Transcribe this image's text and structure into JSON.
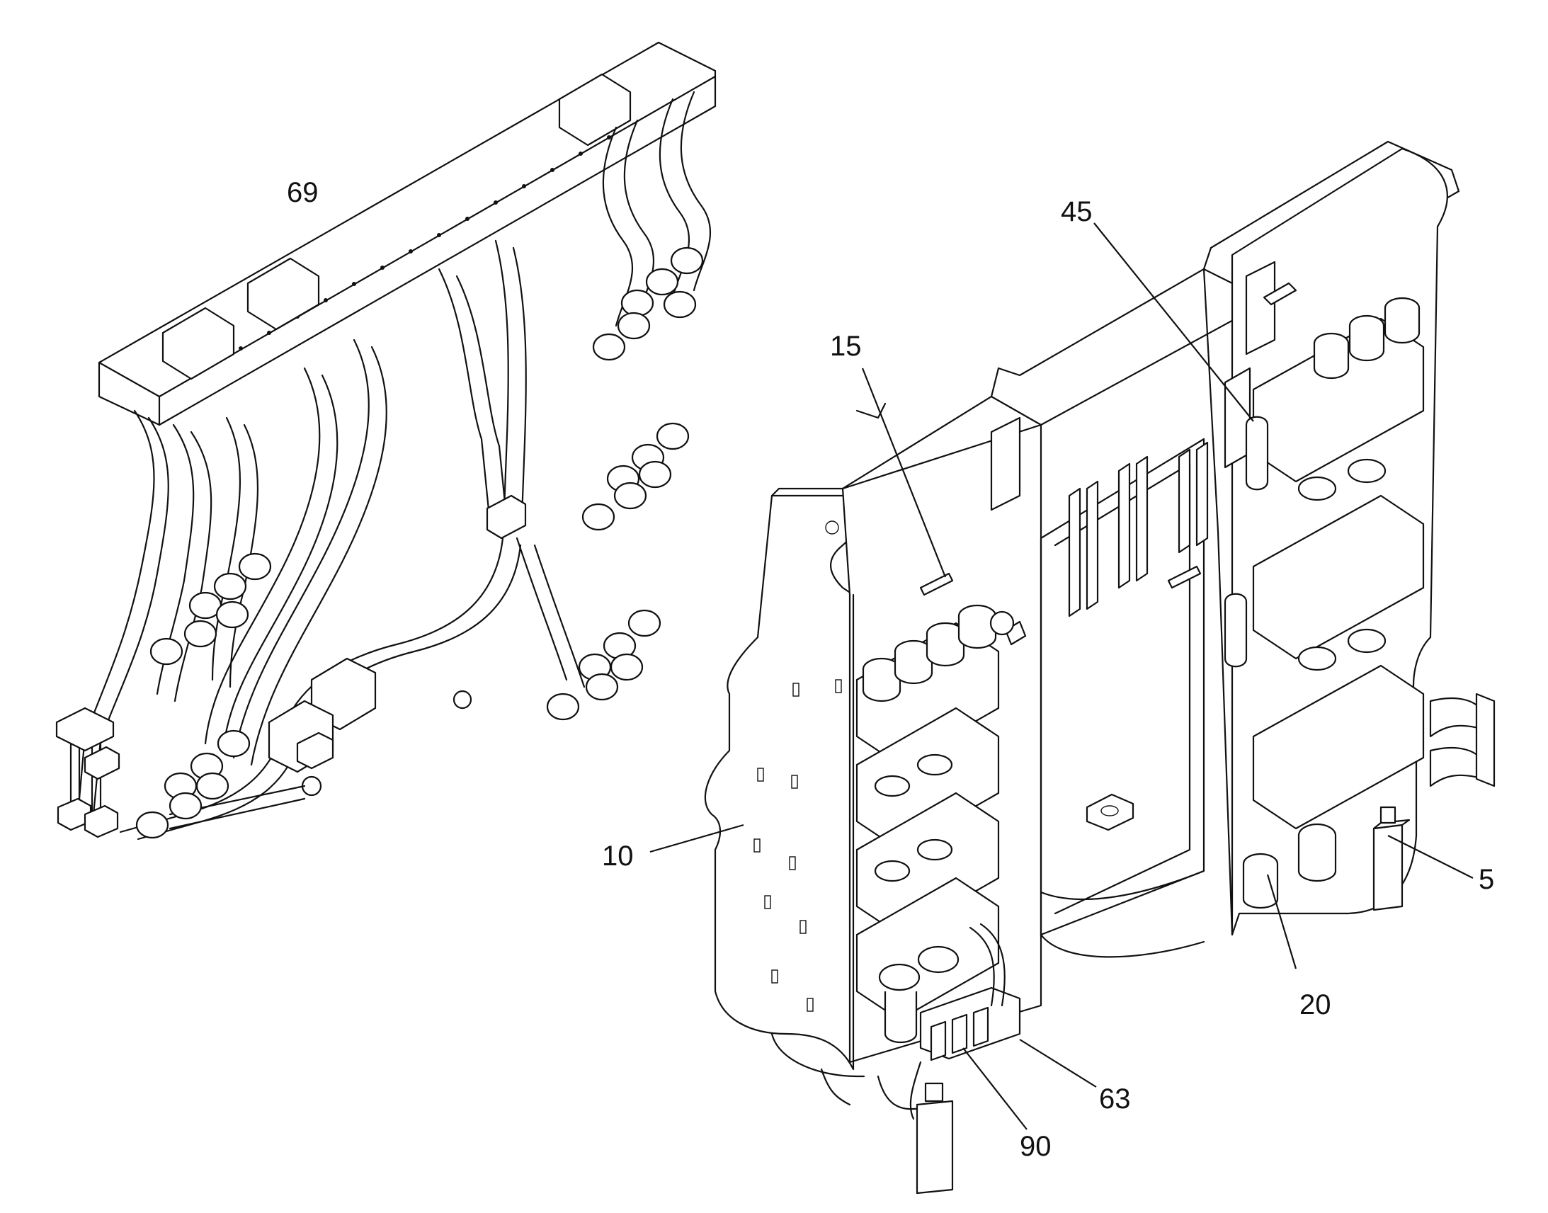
{
  "callouts": [
    {
      "id": "69",
      "text": "69"
    },
    {
      "id": "45",
      "text": "45"
    },
    {
      "id": "15",
      "text": "15"
    },
    {
      "id": "10",
      "text": "10"
    },
    {
      "id": "5",
      "text": "5"
    },
    {
      "id": "20",
      "text": "20"
    },
    {
      "id": "63",
      "text": "63"
    },
    {
      "id": "90",
      "text": "90"
    }
  ],
  "colors": {
    "ink": "#111111",
    "paper": "#ffffff"
  }
}
